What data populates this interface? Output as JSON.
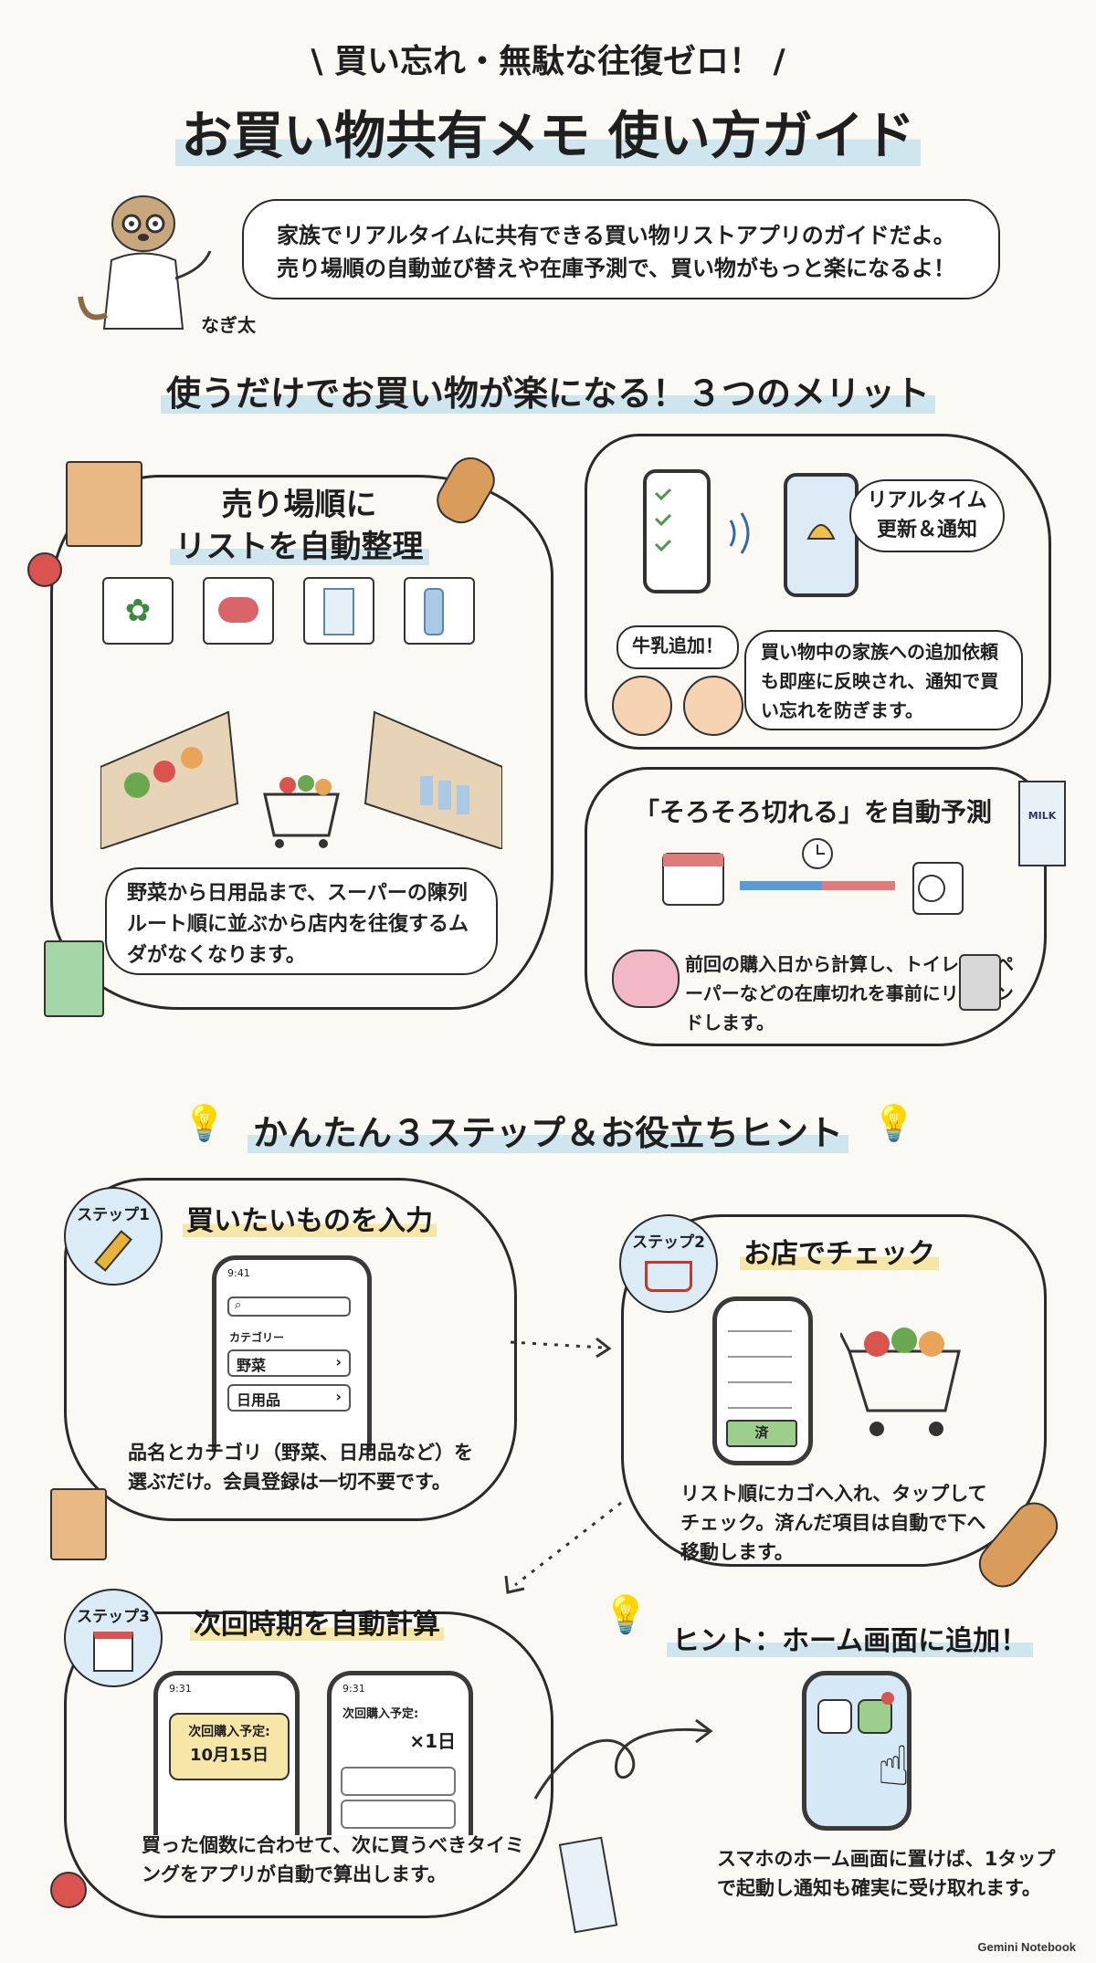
{
  "header": {
    "tagline": "\\ 買い忘れ・無駄な往復ゼロ！ /",
    "title": "お買い物共有メモ 使い方ガイド"
  },
  "intro": {
    "character_name": "なぎ太",
    "speech": "家族でリアルタイムに共有できる買い物リストアプリのガイドだよ。売り場順の自動並び替えや在庫予測で、買い物がもっと楽になるよ！"
  },
  "merits": {
    "heading": "使うだけでお買い物が楽になる！３つのメリット",
    "items": [
      {
        "title_line1": "売り場順に",
        "title_line2": "リストを自動整理",
        "description": "野菜から日用品まで、スーパーの陳列ルート順に並ぶから店内を往復するムダがなくなります。"
      },
      {
        "title": "リアルタイム更新＆通知",
        "chat_label": "牛乳追加！",
        "description": "買い物中の家族への追加依頼も即座に反映され、通知で買い忘れを防ぎます。"
      },
      {
        "title": "「そろそろ切れる」を自動予測",
        "description": "前回の購入日から計算し、トイレットペーパーなどの在庫切れを事前にリマインドします。"
      }
    ],
    "milk_label": "MILK"
  },
  "steps": {
    "heading": "かんたん３ステップ＆お役立ちヒント",
    "step1": {
      "badge": "ステップ1",
      "title": "買いたいものを入力",
      "phone_time": "9:41",
      "category_label": "カテゴリー",
      "category_items": [
        "野菜",
        "日用品"
      ],
      "description": "品名とカテゴリ（野菜、日用品など）を選ぶだけ。会員登録は一切不要です。"
    },
    "step2": {
      "badge": "ステップ2",
      "title": "お店でチェック",
      "done_button": "済",
      "description": "リスト順にカゴへ入れ、タップしてチェック。済んだ項目は自動で下へ移動します。"
    },
    "step3": {
      "badge": "ステップ3",
      "title": "次回時期を自動計算",
      "phone_time": "9:31",
      "next_label": "次回購入予定:",
      "next_date": "10月15日",
      "next_multiplier": "×1日",
      "description": "買った個数に合わせて、次に買うべきタイミングをアプリが自動で算出します。"
    },
    "hint": {
      "title": "ヒント：ホーム画面に追加！",
      "description": "スマホのホーム画面に置けば、1タップで起動し通知も確実に受け取れます。"
    }
  },
  "footer": {
    "credit": "Gemini Notebook"
  },
  "colors": {
    "highlight_blue": "#cfe6ef",
    "highlight_yellow": "#f6e7a8",
    "badge_blue": "#dcecf6"
  }
}
